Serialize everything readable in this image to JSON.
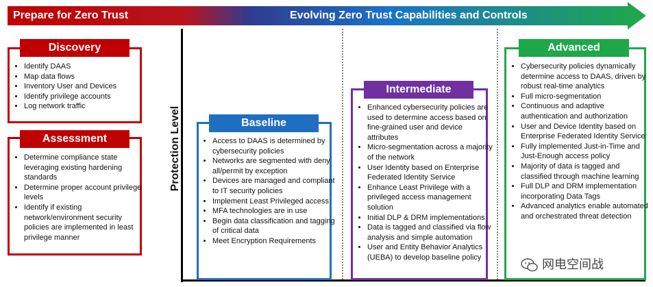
{
  "banner": {
    "left_label": "Prepare for Zero Trust",
    "right_label": "Evolving Zero Trust Capabilities and Controls",
    "gradient_colors": [
      "#c00000",
      "#2f3b8f",
      "#1a73c7",
      "#1fa84a"
    ]
  },
  "axis": {
    "y_label": "Protection Level"
  },
  "discovery": {
    "title": "Discovery",
    "color": "#c00000",
    "items": [
      "Identify DAAS",
      "Map data flows",
      "Inventory User and Devices",
      "Identify privilege accounts",
      "Log network traffic"
    ]
  },
  "assessment": {
    "title": "Assessment",
    "color": "#c00000",
    "items": [
      "Determine compliance state leveraging existing hardening standards",
      "Determine proper account privilege levels",
      "Identify if existing network/environment security policies are implemented in least privilege manner"
    ]
  },
  "baseline": {
    "title": "Baseline",
    "color": "#1f6fc0",
    "items": [
      "Access to DAAS is determined by cybersecurity policies",
      "Networks are segmented with deny all/permit by exception",
      "Devices are managed and compliant to IT security policies",
      "Implement Least Privileged access",
      "MFA technologies are in use",
      "Begin data classification and tagging of critical data",
      "Meet Encryption Requirements"
    ]
  },
  "intermediate": {
    "title": "Intermediate",
    "color": "#7030a0",
    "items": [
      "Enhanced cybersecurity policies are used to determine access based on fine-grained user and device attributes",
      "Micro-segmentation across a majority of the network",
      "User Identity based on Enterprise Federated Identity Service",
      "Enhance Least Privilege with a privileged access management solution",
      "Initial DLP & DRM implementations",
      "Data is tagged and classified via flow analysis and simple automation",
      "User and Entity Behavior Analytics (UEBA) to develop baseline policy"
    ]
  },
  "advanced": {
    "title": "Advanced",
    "color": "#1fa84a",
    "items": [
      "Cybersecurity policies dynamically determine access to DAAS, driven by robust real-time analytics",
      "Full micro-segmentation",
      "Continuous and adaptive authentication and authorization",
      "User and Device Identity based on Enterprise Federated Identity Service",
      "Fully implemented Just-in-Time and Just-Enough access policy",
      "Majority of data is tagged and classified through machine learning",
      "Full DLP and DRM implementation incorporating Data Tags",
      "Advanced analytics enable automated and orchestrated threat detection"
    ]
  },
  "watermark": {
    "text": "网电空间战"
  }
}
